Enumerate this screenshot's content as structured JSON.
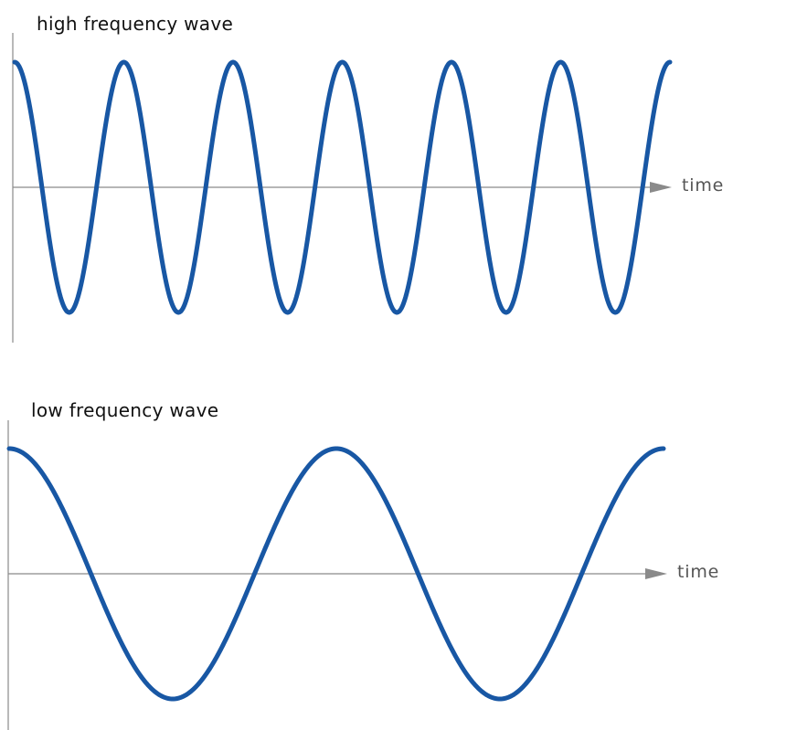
{
  "panels": [
    {
      "title": "high frequency wave",
      "axis_label": "time",
      "cycles": 6,
      "phase": "cosine",
      "wave_color": "#1857a4"
    },
    {
      "title": "low frequency wave",
      "axis_label": "time",
      "cycles": 2,
      "phase": "cosine",
      "wave_color": "#1857a4"
    }
  ],
  "axis_color": "#8a8a8a"
}
